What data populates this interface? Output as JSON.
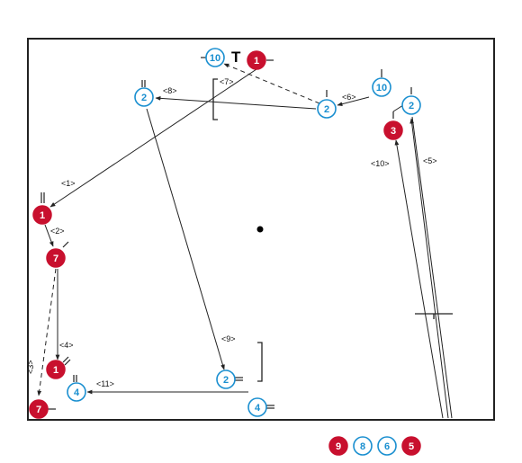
{
  "diagram": {
    "colors": {
      "red_fill": "#c8102e",
      "red_text": "#ffffff",
      "blue_fill": "#ffffff",
      "blue_stroke": "#1a8fd0",
      "blue_text": "#1a8fd0",
      "line": "#222222"
    },
    "top_marker": "T",
    "nodes": [
      {
        "id": "n10top",
        "label": "10",
        "style": "blue"
      },
      {
        "id": "n1top",
        "label": "1",
        "style": "red"
      },
      {
        "id": "n2tl",
        "label": "2",
        "style": "blue"
      },
      {
        "id": "n2mid",
        "label": "2",
        "style": "blue"
      },
      {
        "id": "n10r",
        "label": "10",
        "style": "blue"
      },
      {
        "id": "n2r",
        "label": "2",
        "style": "blue"
      },
      {
        "id": "n3",
        "label": "3",
        "style": "red"
      },
      {
        "id": "n1left",
        "label": "1",
        "style": "red"
      },
      {
        "id": "n7a",
        "label": "7",
        "style": "red"
      },
      {
        "id": "n1b",
        "label": "1",
        "style": "red"
      },
      {
        "id": "n7b",
        "label": "7",
        "style": "red"
      },
      {
        "id": "n4l",
        "label": "4",
        "style": "blue"
      },
      {
        "id": "n2bot",
        "label": "2",
        "style": "blue"
      },
      {
        "id": "n4b",
        "label": "4",
        "style": "blue"
      }
    ],
    "edge_labels": [
      {
        "id": "e1",
        "text": "<1>"
      },
      {
        "id": "e2",
        "text": "<2>"
      },
      {
        "id": "e3",
        "text": "<3>"
      },
      {
        "id": "e4",
        "text": "<4>"
      },
      {
        "id": "e5",
        "text": "<5>"
      },
      {
        "id": "e6",
        "text": "<6>"
      },
      {
        "id": "e7",
        "text": "<7>"
      },
      {
        "id": "e8",
        "text": "<8>"
      },
      {
        "id": "e9",
        "text": "<9>"
      },
      {
        "id": "e10",
        "text": "<10>"
      },
      {
        "id": "e11",
        "text": "<11>"
      }
    ],
    "legend": [
      {
        "label": "9",
        "style": "red"
      },
      {
        "label": "8",
        "style": "blue"
      },
      {
        "label": "6",
        "style": "blue"
      },
      {
        "label": "5",
        "style": "red"
      }
    ]
  }
}
